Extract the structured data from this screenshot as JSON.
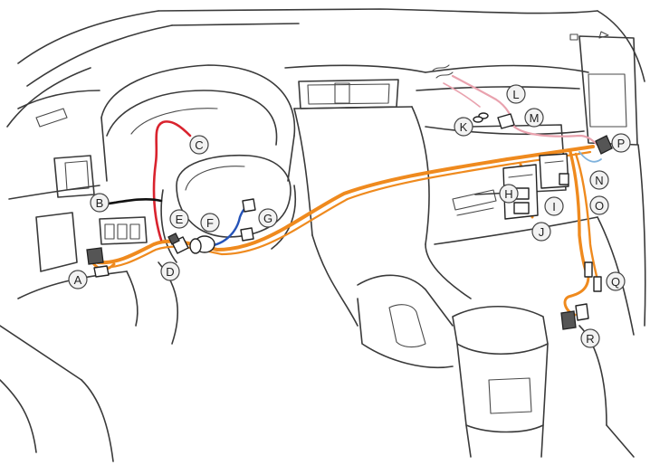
{
  "colors": {
    "harness_orange": "#ef8a1e",
    "harness_red": "#d9232e",
    "harness_blue": "#2553b8",
    "harness_black": "#111111",
    "harness_pink": "#e9a2ae",
    "harness_light_blue": "#7fb2dd",
    "outline": "#3a3a3a",
    "callout_fill": "#f2f2f2"
  },
  "callouts": [
    {
      "id": "A",
      "label": "A"
    },
    {
      "id": "B",
      "label": "B"
    },
    {
      "id": "C",
      "label": "C"
    },
    {
      "id": "D",
      "label": "D"
    },
    {
      "id": "E",
      "label": "E"
    },
    {
      "id": "F",
      "label": "F"
    },
    {
      "id": "G",
      "label": "G"
    },
    {
      "id": "H",
      "label": "H"
    },
    {
      "id": "I",
      "label": "I"
    },
    {
      "id": "J",
      "label": "J"
    },
    {
      "id": "K",
      "label": "K"
    },
    {
      "id": "L",
      "label": "L"
    },
    {
      "id": "M",
      "label": "M"
    },
    {
      "id": "N",
      "label": "N"
    },
    {
      "id": "O",
      "label": "O"
    },
    {
      "id": "P",
      "label": "P"
    },
    {
      "id": "Q",
      "label": "Q"
    },
    {
      "id": "R",
      "label": "R"
    }
  ]
}
